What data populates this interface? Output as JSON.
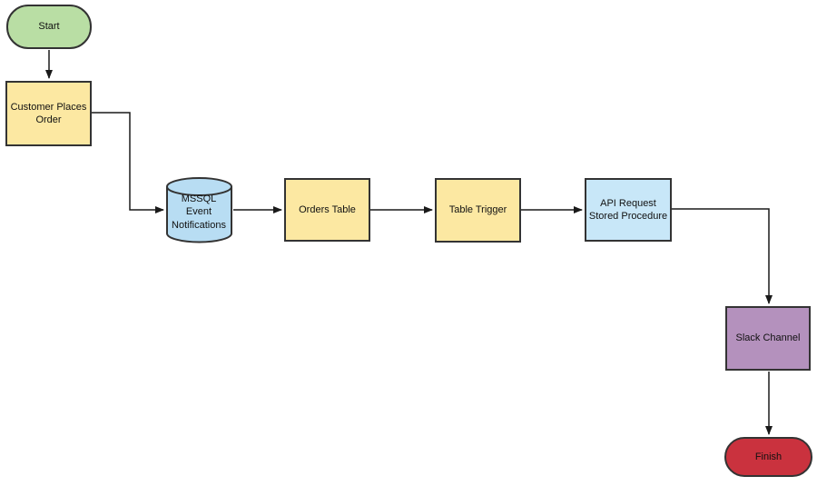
{
  "diagram": {
    "type": "flowchart",
    "background": "#ffffff",
    "nodes": [
      {
        "id": "start",
        "label": "Start",
        "shape": "terminator",
        "fill": "#b9dea4"
      },
      {
        "id": "customer-places-order",
        "label": "Customer Places Order",
        "shape": "process",
        "fill": "#fce8a2"
      },
      {
        "id": "mssql-event-notifications",
        "label": "MSSQL Event Notifications",
        "shape": "database-cylinder",
        "fill": "#b8ddf3"
      },
      {
        "id": "orders-table",
        "label": "Orders Table",
        "shape": "process",
        "fill": "#fce8a2"
      },
      {
        "id": "table-trigger",
        "label": "Table Trigger",
        "shape": "process",
        "fill": "#fce8a2"
      },
      {
        "id": "api-request-stored-procedure",
        "label": "API Request Stored Procedure",
        "shape": "process",
        "fill": "#c8e7f8"
      },
      {
        "id": "slack-channel",
        "label": "Slack Channel",
        "shape": "process",
        "fill": "#b491bd"
      },
      {
        "id": "finish",
        "label": "Finish",
        "shape": "terminator",
        "fill": "#ca323e"
      }
    ],
    "edges": [
      {
        "from": "Start",
        "to": "Customer Places Order"
      },
      {
        "from": "Customer Places Order",
        "to": "MSSQL Event Notifications"
      },
      {
        "from": "MSSQL Event Notifications",
        "to": "Orders Table"
      },
      {
        "from": "Orders Table",
        "to": "Table Trigger"
      },
      {
        "from": "Table Trigger",
        "to": "API Request Stored Procedure"
      },
      {
        "from": "API Request Stored Procedure",
        "to": "Slack Channel"
      },
      {
        "from": "Slack Channel",
        "to": "Finish"
      }
    ],
    "colors": {
      "node_border": "#333333",
      "connector": "#1a1a1a",
      "text": "#111111"
    }
  }
}
